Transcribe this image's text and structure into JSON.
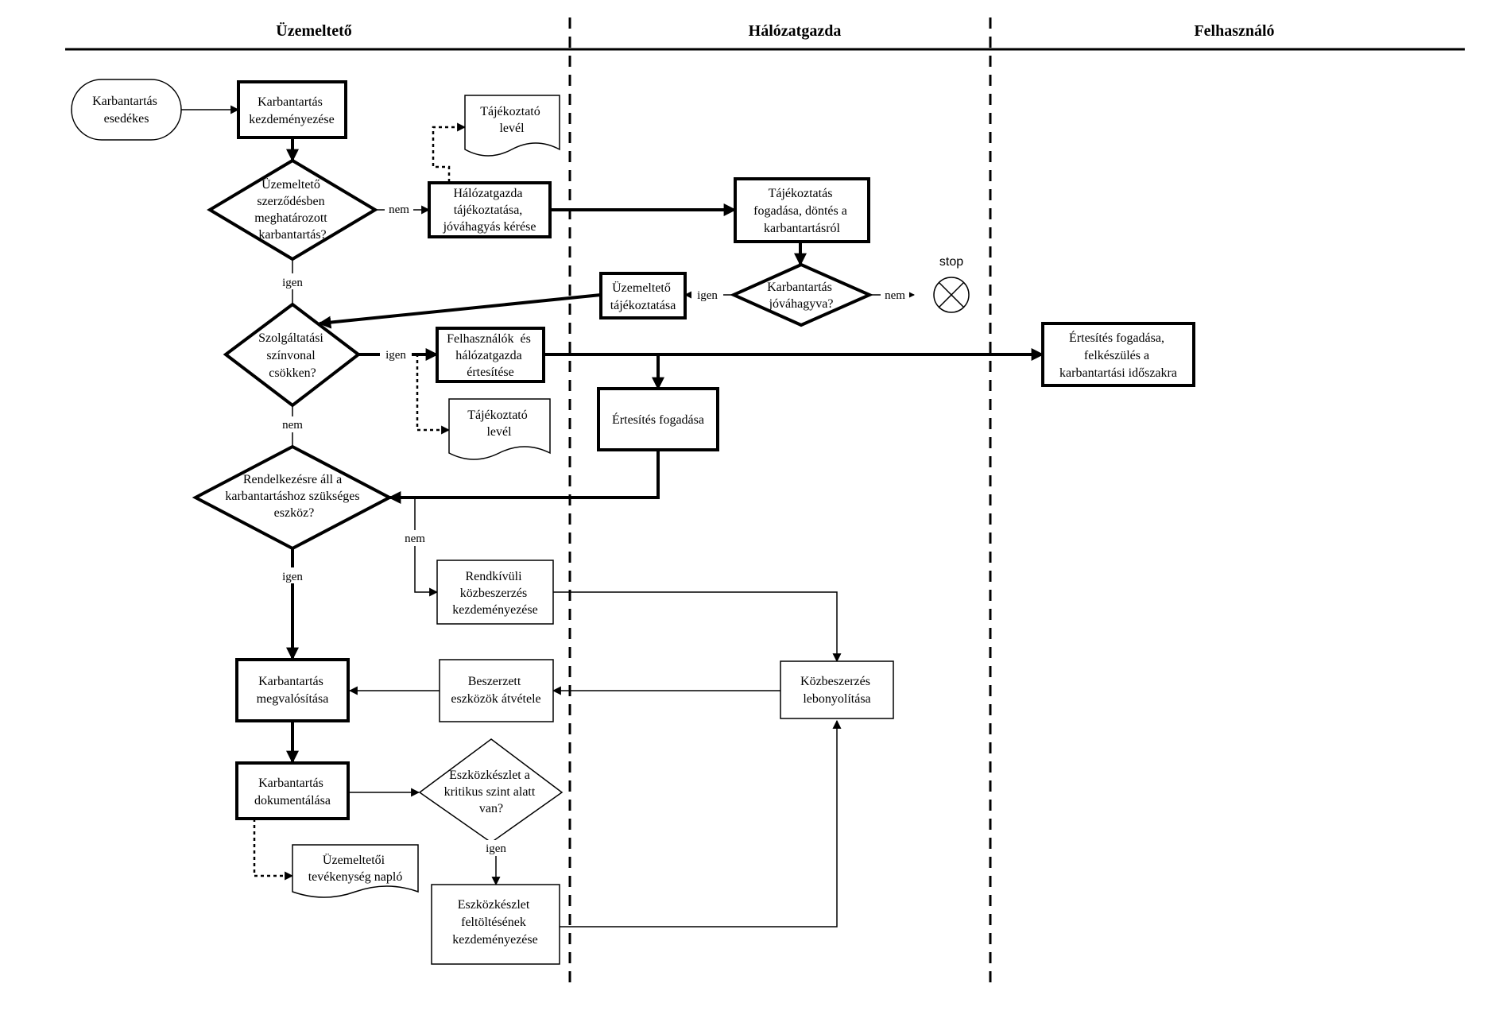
{
  "lanes": {
    "uzemelteto": "Üzemeltető",
    "halozatgazda": "Hálózatgazda",
    "felhasznalo": "Felhasználó"
  },
  "start": [
    "Karbantartás",
    "esedékes"
  ],
  "process": {
    "kezdemenyezes": [
      "Karbantartás",
      "kezdeményezése"
    ],
    "halozatgazda_tajekoztatasa": [
      "Hálózatgazda",
      "tájékoztatása,",
      "jóváhagyás kérése"
    ],
    "tajekoztatas_fogadasa": [
      "Tájékoztatás",
      "fogadása, döntés a",
      "karbantartásról"
    ],
    "uzemelteto_tajekoztatasa": [
      "Üzemeltető",
      "tájékoztatása"
    ],
    "ertesites": [
      "Felhasználók  és",
      "hálózatgazda",
      "értesítése"
    ],
    "ertesites_fogadasa": [
      "Értesítés fogadása"
    ],
    "felhasznalo_ertesites": [
      "Értesítés fogadása,",
      "felkészülés a",
      "karbantartási időszakra"
    ],
    "rendkivuli": [
      "Rendkívüli",
      "közbeszerzés",
      "kezdeményezése"
    ],
    "kozbeszerzes": [
      "Közbeszerzés",
      "lebonyolítása"
    ],
    "beszerzett": [
      "Beszerzett",
      "eszközök átvétele"
    ],
    "megvalositas": [
      "Karbantartás",
      "megvalósítása"
    ],
    "dokumentalas": [
      "Karbantartás",
      "dokumentálása"
    ],
    "feltoltes": [
      "Eszközkészlet",
      "feltöltésének",
      "kezdeményezése"
    ]
  },
  "decisions": {
    "szerzodes": [
      "Üzemeltető",
      "szerződésben",
      "meghatározott",
      "karbantartás?"
    ],
    "jovahagyva": [
      "Karbantartás",
      "jóváhagyva?"
    ],
    "szolgaltatasi": [
      "Szolgáltatási",
      "színvonal",
      "csökken?"
    ],
    "rendelkezesre": [
      "Rendelkezésre áll a",
      "karbantartáshoz szükséges",
      "eszköz?"
    ],
    "eszkozkeszlet": [
      "Eszközkészlet a",
      "kritikus szint alatt",
      "van?"
    ]
  },
  "documents": {
    "level1": [
      "Tájékoztató",
      "levél"
    ],
    "level2": [
      "Tájékoztató",
      "levél"
    ],
    "naplo": [
      "Üzemeltetői",
      "tevékenység napló"
    ]
  },
  "labels": {
    "nem1": "nem",
    "igen1": "igen",
    "igen2": "igen",
    "nem2": "nem",
    "igen3": "igen",
    "nem3": "nem",
    "nem4": "nem",
    "igen4": "igen",
    "igen5": "igen",
    "stop": "stop"
  }
}
